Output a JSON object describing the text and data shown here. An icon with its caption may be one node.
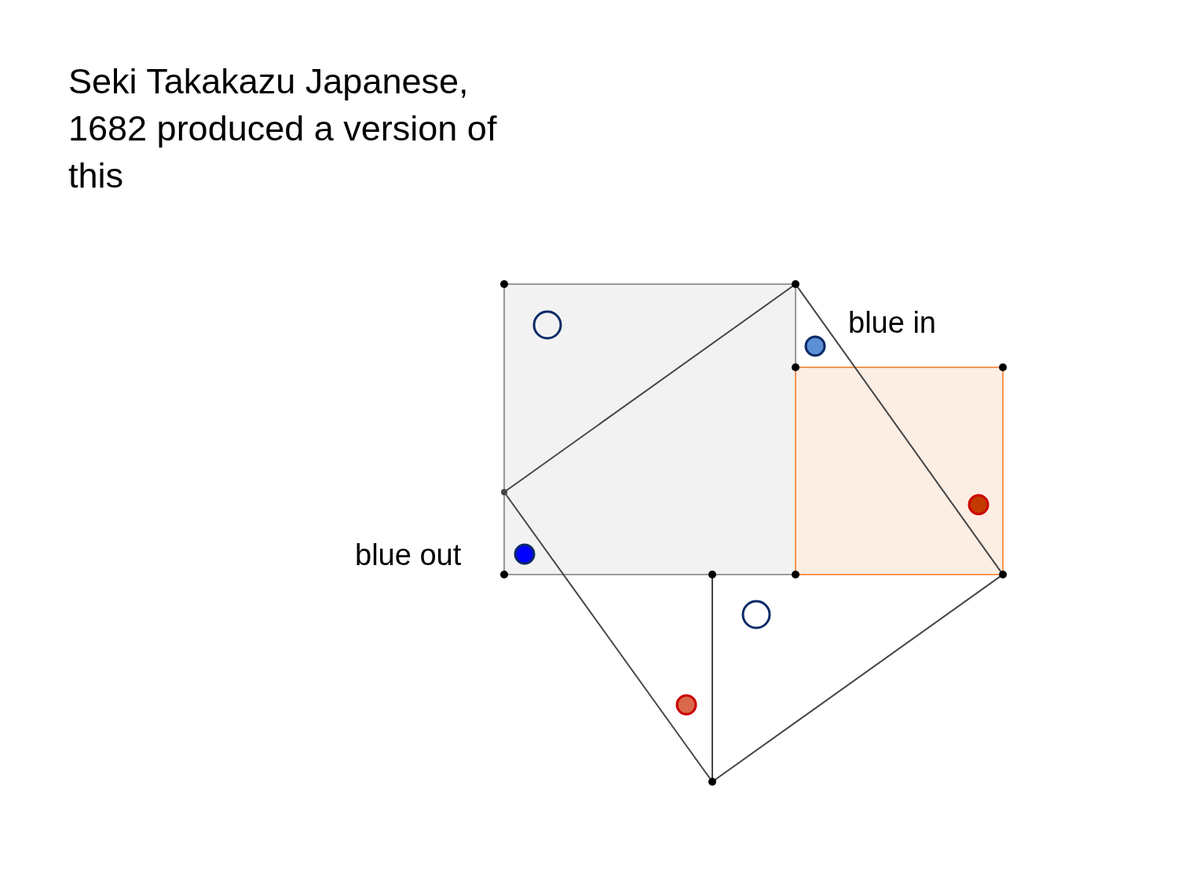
{
  "diagram": {
    "title": "Seki Takakazu Japanese, 1682 produced a version of this",
    "labels": [
      "blue in",
      "blue out"
    ]
  }
}
